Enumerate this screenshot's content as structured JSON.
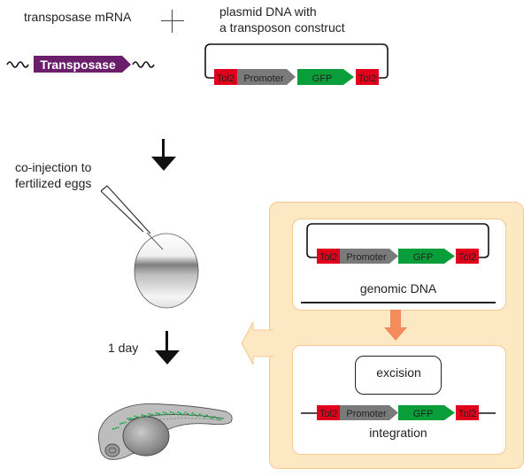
{
  "labels": {
    "mrna": "transposase mRNA",
    "plus": "+",
    "plasmid_line1": "plasmid DNA with",
    "plasmid_line2": "a transposon construct",
    "injection_line1": "co-injection to",
    "injection_line2": "fertilized eggs",
    "one_day": "1 day",
    "genomic_dna": "genomic DNA",
    "excision": "excision",
    "integration": "integration"
  },
  "transposase": {
    "label": "Transposase",
    "color": "#6b1f6b"
  },
  "construct": {
    "left_tol2": "Tol2",
    "promoter": "Promoter",
    "gfp": "GFP",
    "right_tol2": "Tol2"
  },
  "colors": {
    "tol2": "#e0001b",
    "promoter": "#7a7a7a",
    "gfp": "#0a9e3a",
    "panel_bg": "#fde8c4",
    "panel_border": "#f6c98e",
    "orange_arrow": "#f58a5a",
    "gfp_dots": "#19b04a"
  }
}
